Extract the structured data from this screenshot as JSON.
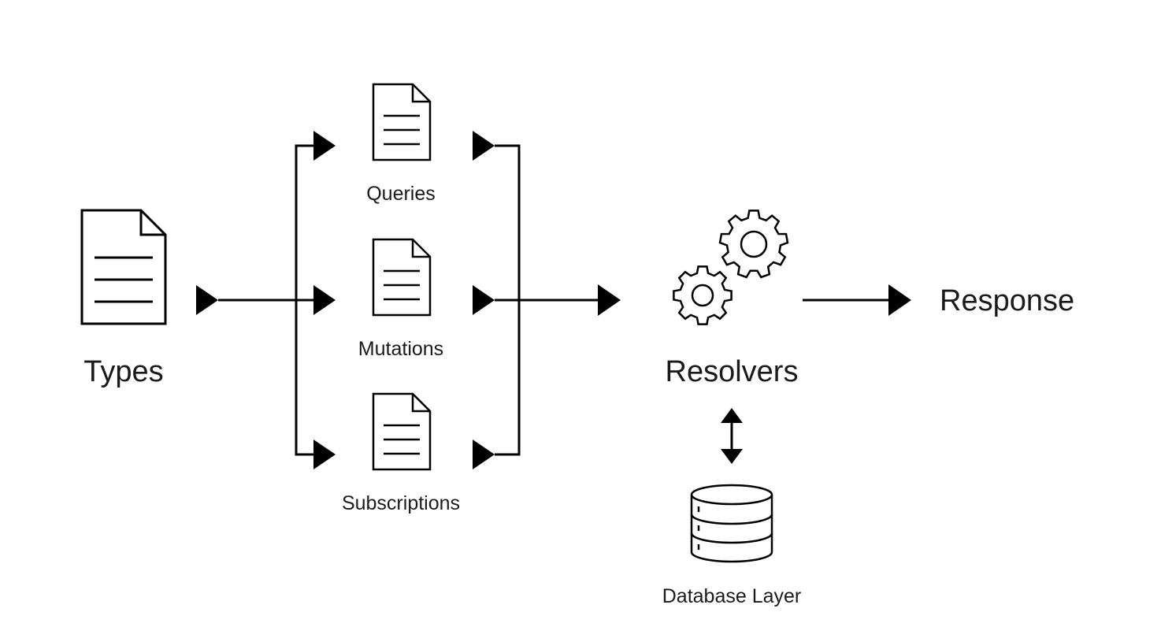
{
  "nodes": {
    "types": {
      "label": "Types",
      "icon": "document-icon"
    },
    "queries": {
      "label": "Queries",
      "icon": "document-icon"
    },
    "mutations": {
      "label": "Mutations",
      "icon": "document-icon"
    },
    "subscriptions": {
      "label": "Subscriptions",
      "icon": "document-icon"
    },
    "resolvers": {
      "label": "Resolvers",
      "icon": "gears-icon"
    },
    "database": {
      "label": "Database Layer",
      "icon": "database-icon"
    },
    "response": {
      "label": "Response"
    }
  },
  "edges": [
    {
      "from": "types",
      "to": "queries"
    },
    {
      "from": "types",
      "to": "mutations"
    },
    {
      "from": "types",
      "to": "subscriptions"
    },
    {
      "from": "queries",
      "to": "resolvers"
    },
    {
      "from": "mutations",
      "to": "resolvers"
    },
    {
      "from": "subscriptions",
      "to": "resolvers"
    },
    {
      "from": "resolvers",
      "to": "response"
    },
    {
      "from": "resolvers",
      "to": "database",
      "bidirectional": true
    }
  ],
  "colors": {
    "stroke": "#000000",
    "text": "#1a1a1a",
    "background": "#ffffff"
  }
}
